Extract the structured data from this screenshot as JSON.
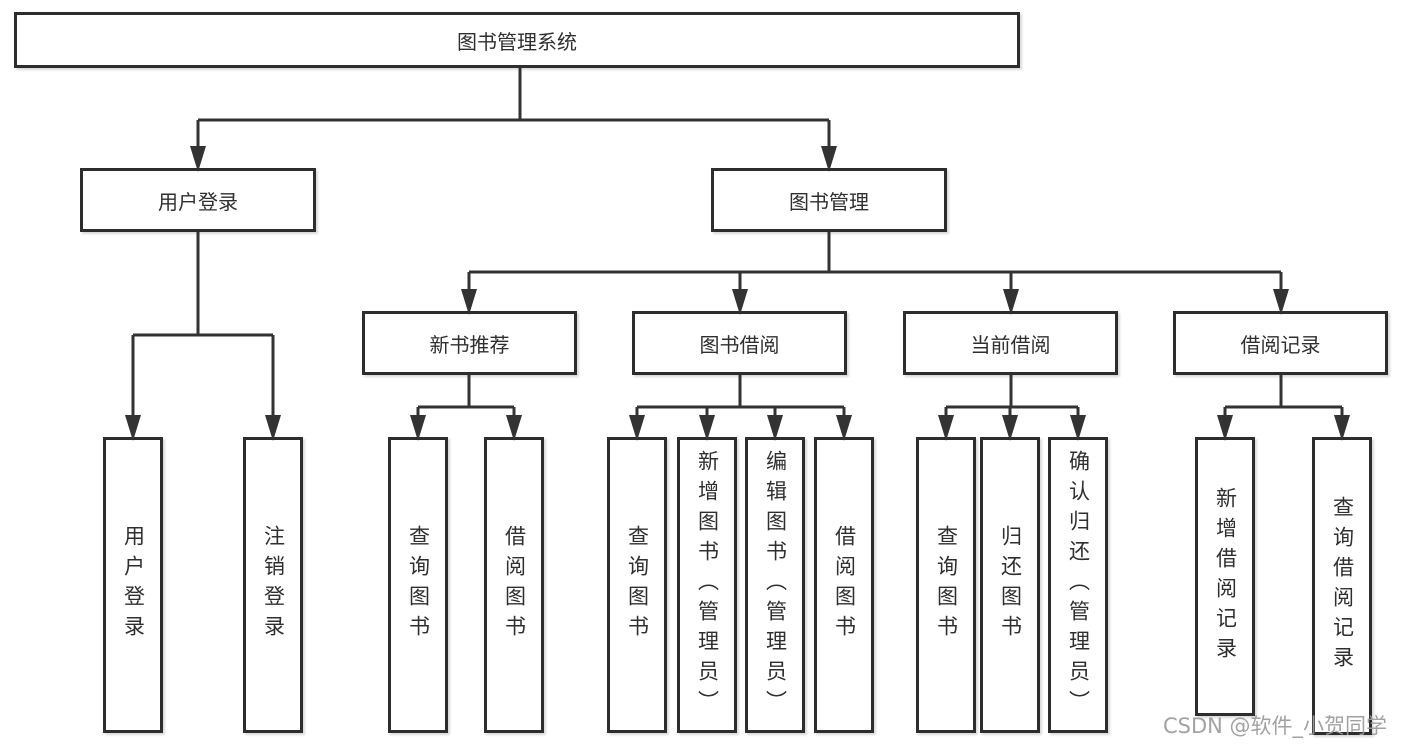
{
  "title": "图书管理系统",
  "level2": [
    {
      "label": "用户登录"
    },
    {
      "label": "图书管理"
    }
  ],
  "level3": [
    {
      "label": "新书推荐"
    },
    {
      "label": "图书借阅"
    },
    {
      "label": "当前借阅"
    },
    {
      "label": "借阅记录"
    }
  ],
  "leaves": [
    {
      "label": "用户登录"
    },
    {
      "label": "注销登录"
    },
    {
      "label": "查询图书"
    },
    {
      "label": "借阅图书"
    },
    {
      "label": "查询图书"
    },
    {
      "label": "新增图书（管理员）"
    },
    {
      "label": "编辑图书（管理员）"
    },
    {
      "label": "借阅图书"
    },
    {
      "label": "查询图书"
    },
    {
      "label": "归还图书"
    },
    {
      "label": "确认归还（管理员）"
    },
    {
      "label": "新增借阅记录"
    },
    {
      "label": "查询借阅记录"
    }
  ],
  "watermark": "CSDN @软件_小贺同学",
  "colors": {
    "line": "#333333",
    "box_border": "#2d2d2d",
    "text": "#2f2f2f",
    "watermark": "#9b9b9b",
    "background": "#ffffff"
  }
}
